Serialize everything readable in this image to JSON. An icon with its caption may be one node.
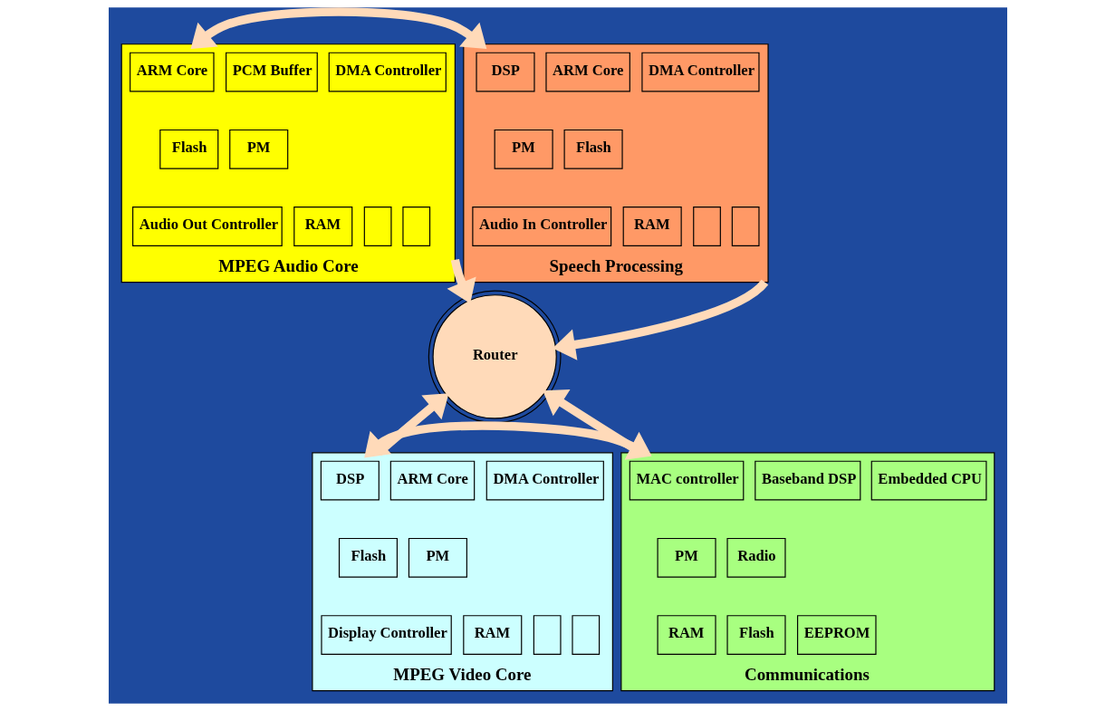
{
  "diagram": {
    "nodes": [
      {
        "text": [
          "MPEG Audio Core"
        ]
      },
      {
        "text": [
          "ARM Core"
        ],
        "in": 0
      },
      {
        "text": [
          "PCM Buffer"
        ],
        "in": 0
      },
      {
        "text": [
          "DMA Controller"
        ],
        "in": 0
      },
      {
        "text": [
          "Flash"
        ],
        "in": 0
      },
      {
        "text": [
          "PM"
        ],
        "in": 0
      },
      {
        "text": [
          "Audio Out Controller"
        ],
        "in": 0
      },
      {
        "text": [
          "RAM"
        ],
        "in": 0
      },
      {
        "text": [],
        "shape": "box",
        "in": 0
      },
      {
        "text": [],
        "shape": "box",
        "in": 0
      },
      {
        "text": [
          "Speech Processing"
        ]
      },
      {
        "text": [
          "DSP"
        ],
        "in": 10
      },
      {
        "text": [
          "ARM Core"
        ],
        "in": 10
      },
      {
        "text": [
          "DMA Controller"
        ],
        "in": 10
      },
      {
        "text": [
          "PM"
        ],
        "in": 10
      },
      {
        "text": [
          "Flash"
        ],
        "in": 10
      },
      {
        "text": [
          "Audio In Controller"
        ],
        "in": 10
      },
      {
        "text": [
          "RAM"
        ],
        "in": 10
      },
      {
        "text": [],
        "shape": "box",
        "in": 10
      },
      {
        "text": [],
        "shape": "box",
        "in": 10
      },
      {
        "text": [
          "Router"
        ]
      },
      {
        "text": [
          "MPEG Video Core"
        ]
      },
      {
        "text": [
          "DSP"
        ],
        "in": 21
      },
      {
        "text": [
          "ARM Core"
        ],
        "in": 21
      },
      {
        "text": [
          "DMA Controller"
        ],
        "in": 21
      },
      {
        "text": [
          "Flash"
        ],
        "in": 21
      },
      {
        "text": [
          "PM"
        ],
        "in": 21
      },
      {
        "text": [
          "Display Controller"
        ],
        "in": 21
      },
      {
        "text": [
          "RAM"
        ],
        "in": 21
      },
      {
        "text": [],
        "shape": "box",
        "in": 21
      },
      {
        "text": [],
        "shape": "box",
        "in": 21
      },
      {
        "text": [
          "Communications"
        ]
      },
      {
        "text": [
          "MAC controller"
        ],
        "in": 31
      },
      {
        "text": [
          "Baseband DSP"
        ],
        "in": 31
      },
      {
        "text": [
          "Embedded CPU"
        ],
        "in": 31
      },
      {
        "text": [
          "PM"
        ],
        "in": 31
      },
      {
        "text": [
          "Radio"
        ],
        "in": 31
      },
      {
        "text": [
          "RAM"
        ],
        "in": 31
      },
      {
        "text": [
          "Flash"
        ],
        "in": 31
      },
      {
        "text": [
          "EEPROM"
        ],
        "in": 31
      }
    ],
    "edges": [
      {
        "from": 0,
        "to": 10,
        "arrow": "both"
      },
      {
        "from": 0,
        "to": 20,
        "arrow": "to"
      },
      {
        "from": 10,
        "to": 20,
        "arrow": "to"
      },
      {
        "from": 21,
        "to": 31,
        "arrow": "both"
      },
      {
        "from": 21,
        "to": 20,
        "arrow": "to"
      },
      {
        "from": 31,
        "to": 20,
        "arrow": "to"
      }
    ]
  }
}
